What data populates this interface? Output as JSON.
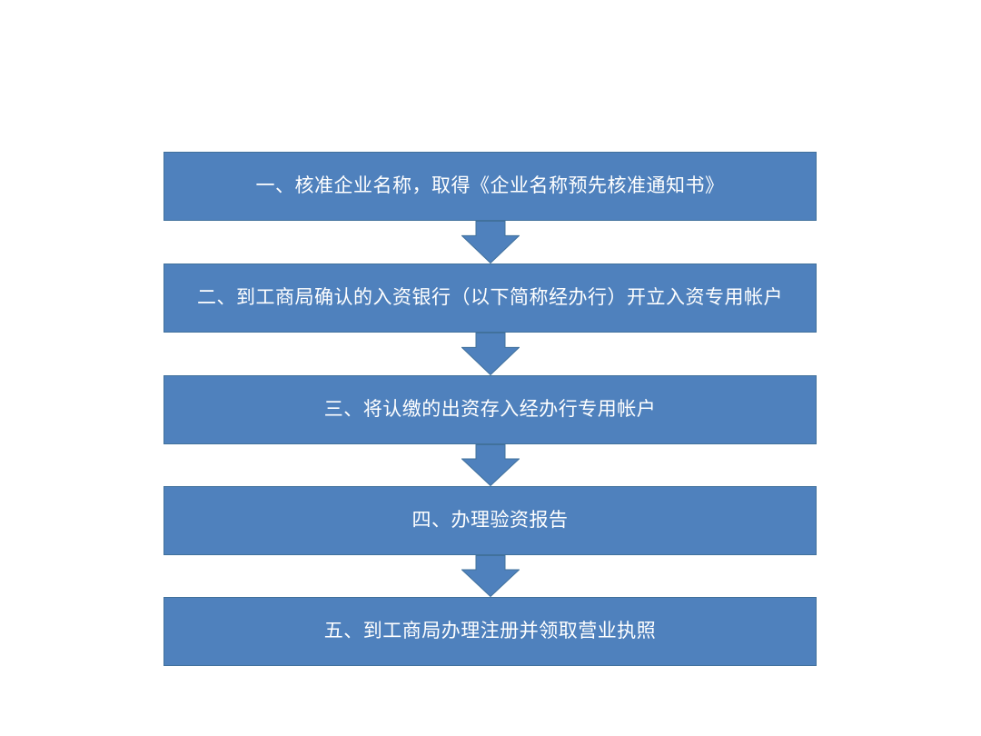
{
  "slide": {
    "background_color": "#ffffff"
  },
  "diagram": {
    "type": "flowchart",
    "direction": "top-down",
    "box_fill_color": "#4f81bd",
    "box_border_color": "#41719c",
    "arrow_fill_color": "#4f81bd",
    "text_color": "#ffffff",
    "connector_icon": "down-arrow-icon",
    "steps": [
      {
        "label": "一、核准企业名称，取得《企业名称预先核准通知书》"
      },
      {
        "label": "二、到工商局确认的入资银行（以下简称经办行）开立入资专用帐户"
      },
      {
        "label": "三、将认缴的出资存入经办行专用帐户"
      },
      {
        "label": "四、办理验资报告"
      },
      {
        "label": "五、到工商局办理注册并领取营业执照"
      }
    ]
  }
}
